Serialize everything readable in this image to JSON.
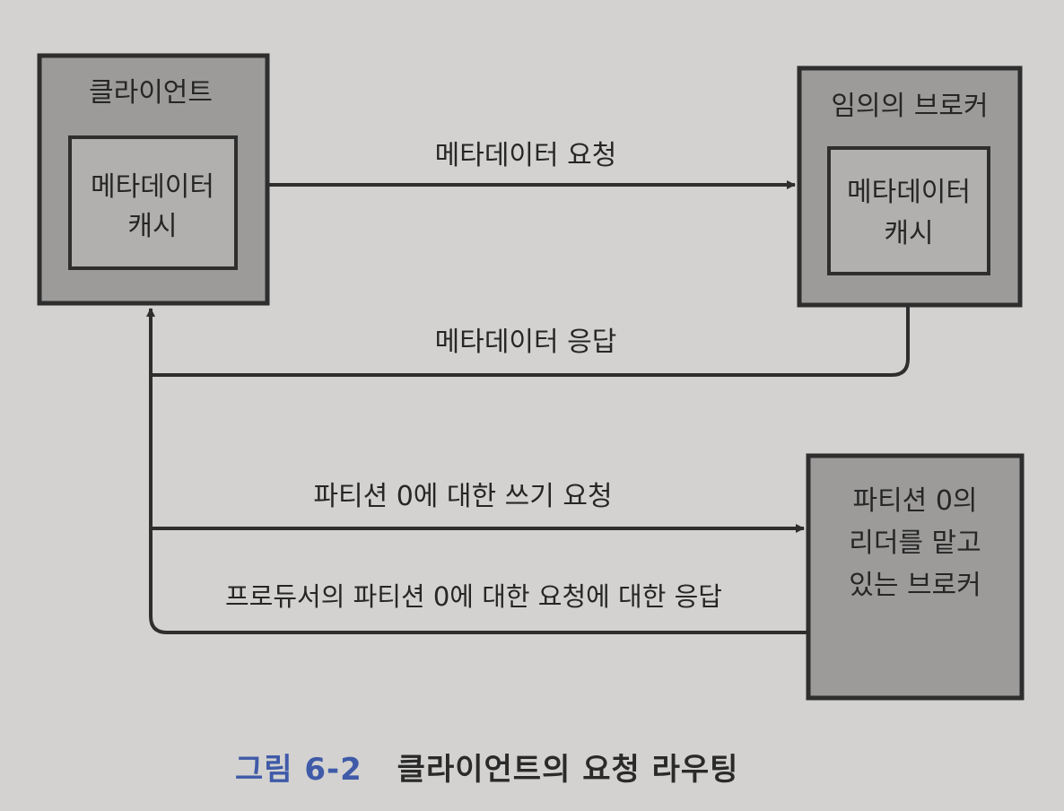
{
  "colors": {
    "background": "#d3d2d0",
    "node_fill": "#9c9b9a",
    "cache_fill": "#b1b0ae",
    "stroke": "#2e2e2e",
    "text": "#262626",
    "caption_number": "#3f5aa8"
  },
  "nodes": {
    "client": {
      "title": "클라이언트",
      "cache_line1": "메타데이터",
      "cache_line2": "캐시"
    },
    "random_broker": {
      "title": "임의의 브로커",
      "cache_line1": "메타데이터",
      "cache_line2": "캐시"
    },
    "leader_broker": {
      "line1": "파티션 0의",
      "line2": "리더를 맡고",
      "line3": "있는 브로커"
    }
  },
  "edges": {
    "metadata_request": "메타데이터 요청",
    "metadata_response": "메타데이터 응답",
    "write_request": "파티션 0에 대한 쓰기 요청",
    "write_response": "프로듀서의 파티션 0에 대한 요청에 대한 응답"
  },
  "caption": {
    "number": "그림 6-2",
    "title": "클라이언트의 요청 라우팅"
  }
}
